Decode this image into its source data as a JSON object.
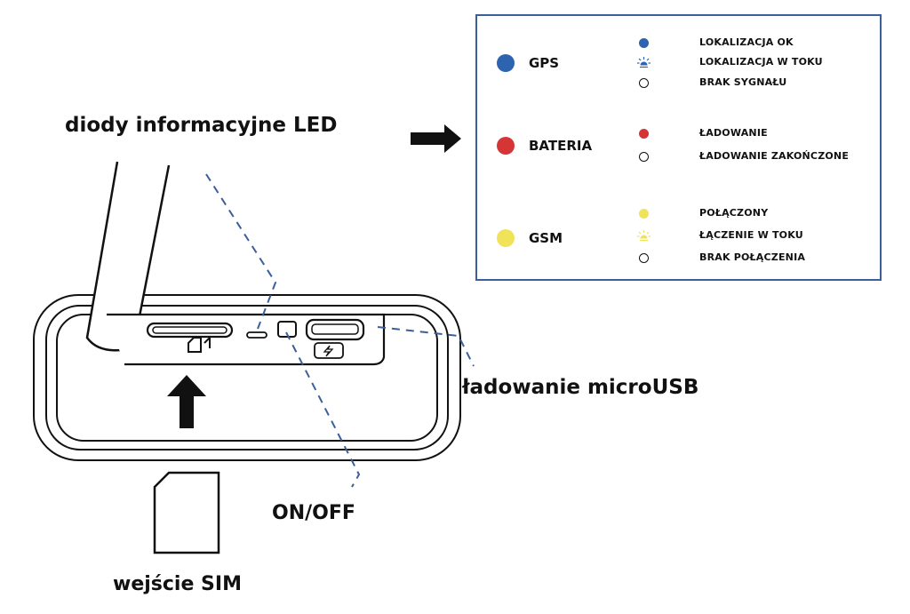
{
  "labels": {
    "led": "diody informacyjne LED",
    "usb": "ładowanie microUSB",
    "onoff": "ON/OFF",
    "sim": "wejście SIM"
  },
  "legend": {
    "groups": [
      {
        "name": "GPS",
        "color": "#2e63b0",
        "states": [
          {
            "indicator": "solid",
            "label": "LOKALIZACJA OK"
          },
          {
            "indicator": "blinking",
            "label": "LOKALIZACJA W TOKU"
          },
          {
            "indicator": "off",
            "label": "BRAK SYGNAŁU"
          }
        ]
      },
      {
        "name": "BATERIA",
        "color": "#d63535",
        "states": [
          {
            "indicator": "solid",
            "label": "ŁADOWANIE"
          },
          {
            "indicator": "off",
            "label": "ŁADOWANIE ZAKOŃCZONE"
          }
        ]
      },
      {
        "name": "GSM",
        "color": "#f0e35a",
        "states": [
          {
            "indicator": "solid",
            "label": "POŁĄCZONY"
          },
          {
            "indicator": "blinking",
            "label": "ŁĄCZENIE W TOKU"
          },
          {
            "indicator": "off",
            "label": "BRAK POŁĄCZENIA"
          }
        ]
      }
    ]
  },
  "colors": {
    "line": "#111111",
    "leader": "#3a5f9a",
    "legend_border": "#3a5f9a"
  }
}
